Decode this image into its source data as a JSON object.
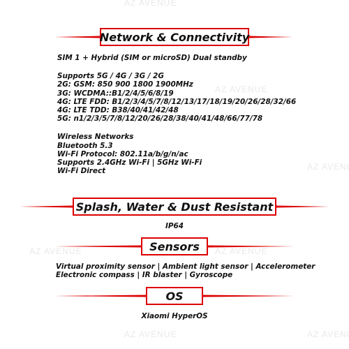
{
  "watermark": "AZ AVENUE",
  "colors": {
    "accent": "#dd0000",
    "text": "#111111",
    "watermark": "#e9e9e9"
  },
  "sections": {
    "network": {
      "title": "Network & Connectivity",
      "lines_a": [
        "SIM 1 + Hybrid (SIM or microSD) Dual standby"
      ],
      "lines_b": [
        "Supports 5G / 4G / 3G / 2G",
        "2G: GSM: 850 900 1800 1900MHz",
        "3G: WCDMA::B1/2/4/5/6/8/19",
        "4G: LTE FDD: B1/2/3/4/5/7/8/12/13/17/18/19/20/26/28/32/66",
        "4G: LTE TDD: B38/40/41/42/48",
        "5G: n1/2/3/5/7/8/12/20/26/28/38/40/41/48/66/77/78"
      ],
      "lines_c": [
        "Wireless Networks",
        "Bluetooth 5.3",
        "Wi-Fi Protocol: 802.11a/b/g/n/ac",
        "Supports 2.4GHz Wi-Fi | 5GHz Wi-Fi",
        "Wi-Fi Direct"
      ]
    },
    "resistance": {
      "title": "Splash, Water & Dust Resistant",
      "value": "IP64"
    },
    "sensors": {
      "title": "Sensors",
      "lines": [
        "Virtual proximity sensor | Ambient light sensor | Accelerometer",
        "Electronic compass | IR blaster | Gyroscope"
      ]
    },
    "os": {
      "title": "OS",
      "value": "Xiaomi HyperOS"
    }
  }
}
